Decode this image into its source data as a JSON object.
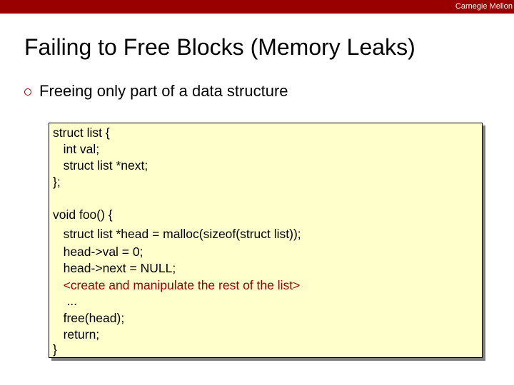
{
  "header": {
    "brand": "Carnegie Mellon",
    "bar_color": "#990000"
  },
  "slide": {
    "title": "Failing to Free Blocks (Memory Leaks)",
    "bullet": {
      "icon": "hollow-circle-bullet-icon",
      "text": "Freeing only part of a data structure"
    },
    "code": {
      "background": "#ffffcc",
      "lines": [
        "struct list {",
        "   int val;",
        "   struct list *next;",
        "};",
        "",
        "void foo() {",
        "   struct list *head = malloc(sizeof(struct list));",
        "   head->val = 0;",
        "   head->next = NULL;",
        "   <create and manipulate the rest of the list>",
        "    ...",
        "   free(head);",
        "   return;",
        "}"
      ],
      "highlight_color": "#990000"
    }
  }
}
